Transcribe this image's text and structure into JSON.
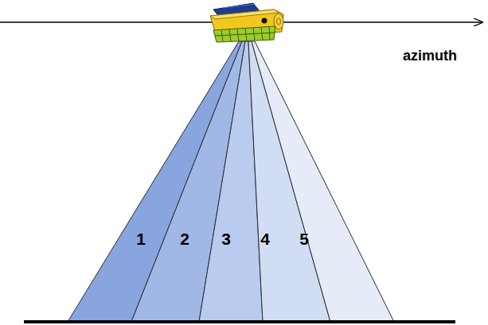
{
  "diagram": {
    "labels": [
      "azimuth",
      "1",
      "2",
      "3",
      "4",
      "5"
    ]
  }
}
